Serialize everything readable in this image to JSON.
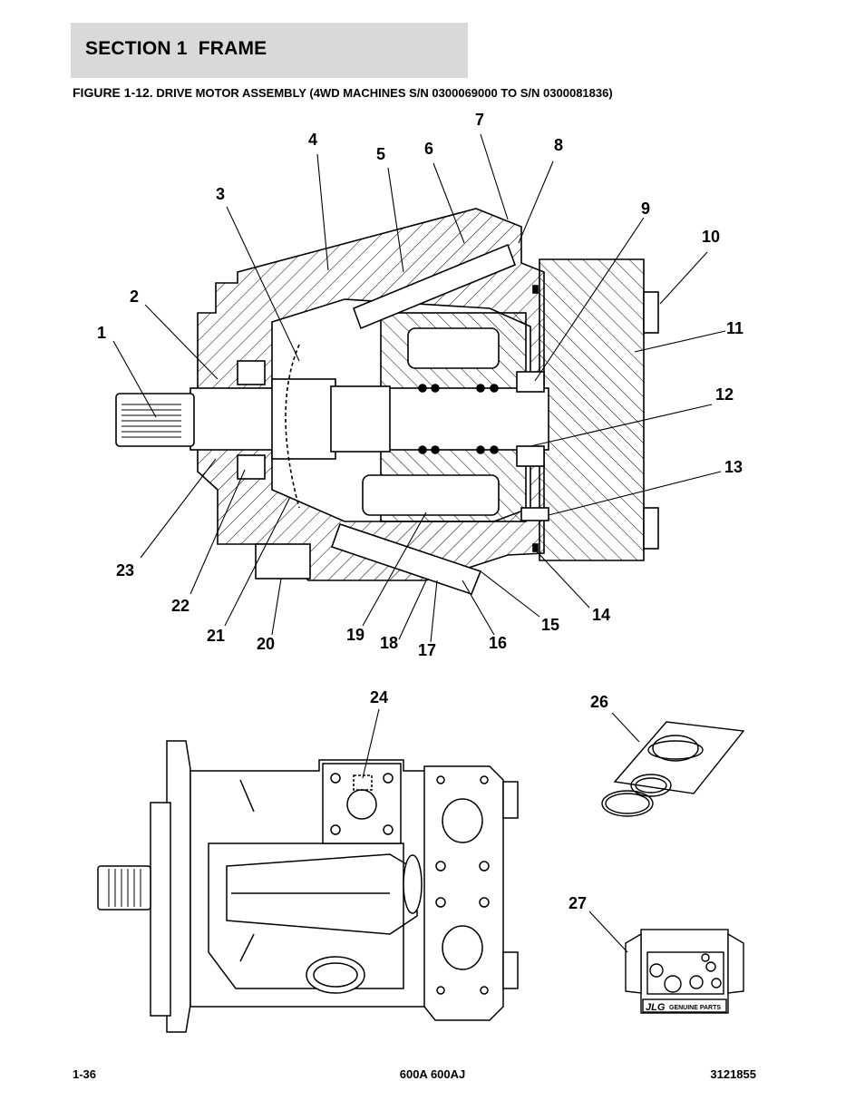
{
  "header": {
    "section_title": "SECTION 1  FRAME"
  },
  "figure": {
    "number": "FIGURE 1-12.",
    "title": "DRIVE MOTOR ASSEMBLY (4WD MACHINES S/N 0300069000 TO S/N 0300081836)"
  },
  "callouts": [
    "1",
    "2",
    "3",
    "4",
    "5",
    "6",
    "7",
    "8",
    "9",
    "10",
    "11",
    "12",
    "13",
    "14",
    "15",
    "16",
    "17",
    "18",
    "19",
    "20",
    "21",
    "22",
    "23",
    "24",
    "26",
    "27"
  ],
  "kit_label": {
    "brand": "JLG",
    "text": "GENUINE PARTS"
  },
  "footer": {
    "page": "1-36",
    "model": "600A 600AJ",
    "doc_number": "3121855"
  }
}
